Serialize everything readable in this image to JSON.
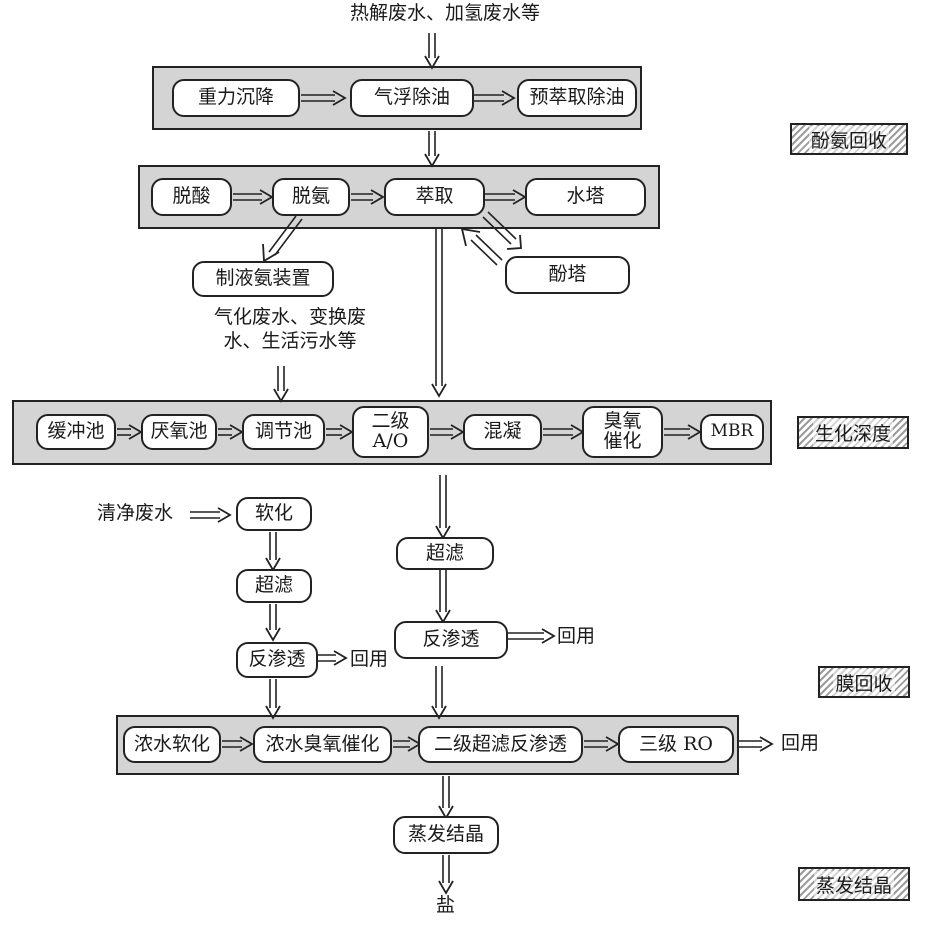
{
  "inputs": {
    "top": "热解废水、加氢废水等",
    "mid": "气化废水、变换废\n水、生活污水等",
    "clean": "清净废水"
  },
  "stage1": {
    "gravity": "重力沉降",
    "flotation": "气浮除油",
    "pre_extract": "预萃取除油"
  },
  "stage2": {
    "deacid": "脱酸",
    "deammonia": "脱氨",
    "extract": "萃取",
    "water_tower": "水塔",
    "phenol_tower": "酚塔",
    "ammonia_unit": "制液氨装置"
  },
  "stage3": {
    "buffer": "缓冲池",
    "anaerobic": "厌氧池",
    "regulating": "调节池",
    "ao": "二级\nA/O",
    "coagulation": "混凝",
    "ozone": "臭氧\n催化",
    "mbr": "MBR"
  },
  "membrane": {
    "softening": "软化",
    "uf_left": "超滤",
    "ro_left": "反渗透",
    "uf_right": "超滤",
    "ro_right": "反渗透",
    "reuse": "回用"
  },
  "stage4": {
    "conc_soft": "浓水软化",
    "conc_ozone": "浓水臭氧催化",
    "uf_ro2": "二级超滤反渗透",
    "ro3": "三级 RO",
    "reuse": "回用"
  },
  "evaporation": {
    "crystal": "蒸发结晶",
    "salt": "盐"
  },
  "stage_tags": {
    "phenol_ammonia": "酚氨回收",
    "biochem": "生化深度",
    "membrane": "膜回收",
    "evap": "蒸发结晶"
  }
}
